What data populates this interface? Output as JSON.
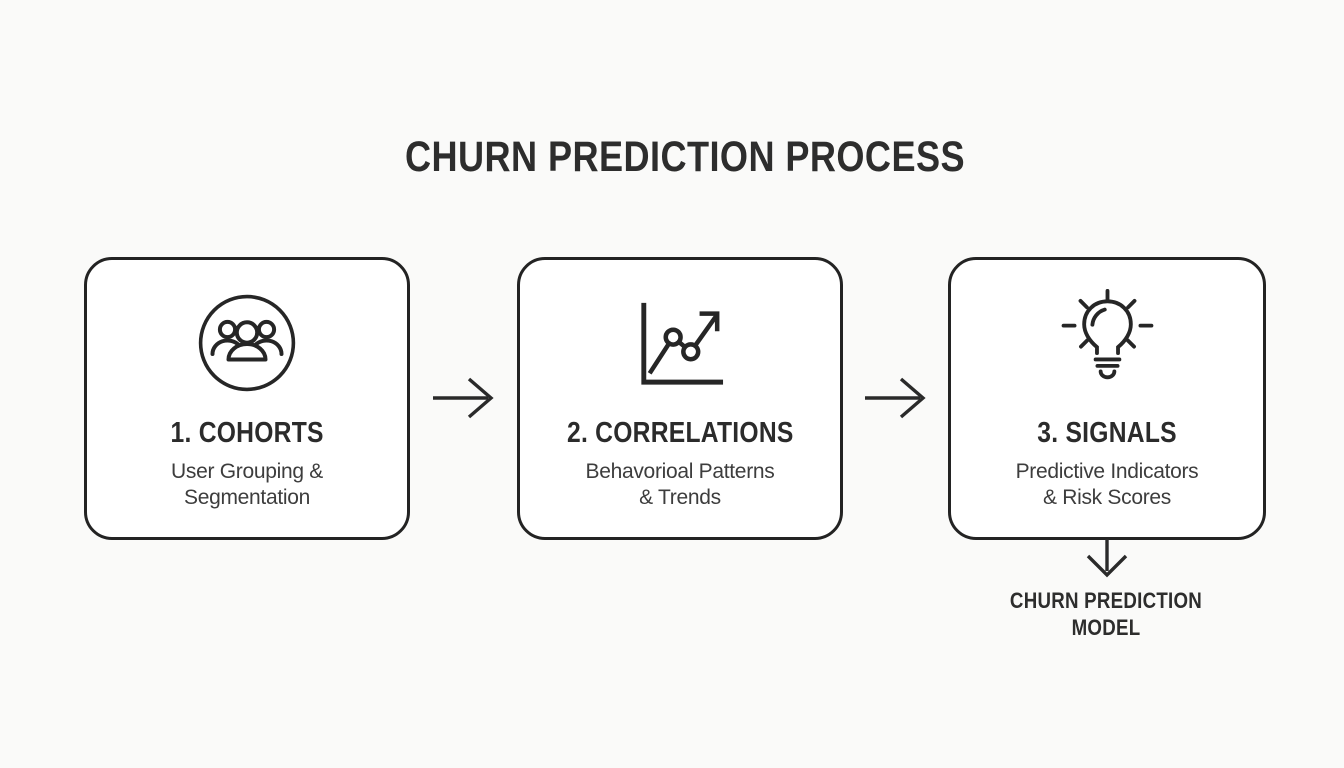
{
  "title": "CHURN PREDICTION PROCESS",
  "steps": [
    {
      "label": "1. COHORTS",
      "desc_line1": "User Grouping &",
      "desc_line2": "Segmentation",
      "icon": "users-group-icon"
    },
    {
      "label": "2. CORRELATIONS",
      "desc_line1": "Behavorioal Patterns",
      "desc_line2": "& Trends",
      "icon": "trend-chart-icon"
    },
    {
      "label": "3. SIGNALS",
      "desc_line1": "Predictive Indicators",
      "desc_line2": "& Risk Scores",
      "icon": "lightbulb-icon"
    }
  ],
  "connectors": {
    "between_steps": "right-arrow",
    "to_output": "down-arrow"
  },
  "output": {
    "line1": "CHURN PREDICTION",
    "line2": "MODEL"
  },
  "colors": {
    "background": "#fafaf9",
    "box_background": "#ffffff",
    "ink": "#232323",
    "title_text": "#2d2d2d",
    "desc_text": "#3d3d3d"
  }
}
